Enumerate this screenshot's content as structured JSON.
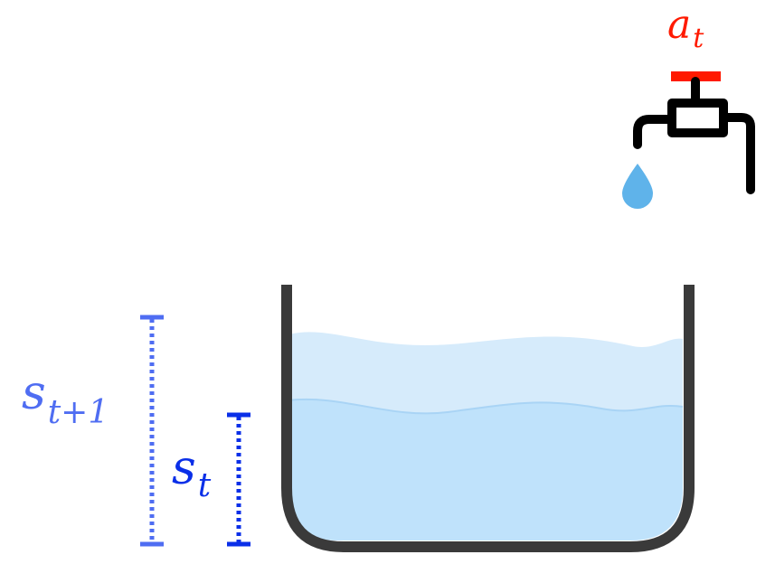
{
  "labels": {
    "action": {
      "base": "a",
      "sub": "t"
    },
    "state_next": {
      "base": "s",
      "sub": "t+1"
    },
    "state_current": {
      "base": "s",
      "sub": "t"
    }
  },
  "icons": [
    "faucet-icon",
    "water-drop-icon"
  ],
  "colors": {
    "action": "#ff1a00",
    "state_next": "#4f6df2",
    "state_current": "#0a2fe8",
    "tank_outline": "#3a3a3a",
    "water_upper": "#d6ebfb",
    "water_lower": "#bfe2fb",
    "water_surface": "#a9d4f5",
    "faucet": "#000000",
    "drop": "#5fb3ea"
  }
}
